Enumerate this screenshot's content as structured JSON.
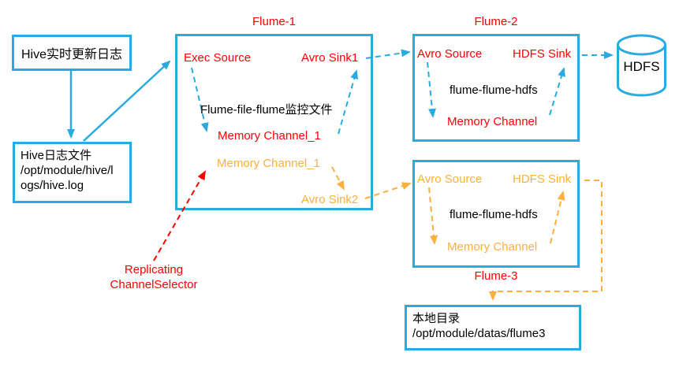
{
  "colors": {
    "blue": "#29ABE2",
    "red": "#FF0000",
    "orange": "#FBB03B",
    "text": "#000000"
  },
  "nodes": {
    "hive_source": {
      "label": "Hive实时更新日志"
    },
    "hive_file": {
      "lines": [
        "Hive日志文件",
        "/opt/module/hive/l",
        "ogs/hive.log"
      ]
    },
    "flume1": {
      "title": "Flume-1",
      "exec_source": "Exec Source",
      "avro_sink1": "Avro Sink1",
      "note": "Flume-file-flume监控文件",
      "memory_channel_a": "Memory Channel_1",
      "memory_channel_b": "Memory Channel_1",
      "avro_sink2": "Avro Sink2"
    },
    "flume2": {
      "title": "Flume-2",
      "avro_source": "Avro Source",
      "hdfs_sink": "HDFS Sink",
      "note": "flume-flume-hdfs",
      "memory_channel": "Memory Channel"
    },
    "flume3": {
      "title": "Flume-3",
      "avro_source": "Avro Source",
      "hdfs_sink": "HDFS Sink",
      "note": "flume-flume-hdfs",
      "memory_channel": "Memory Channel"
    },
    "hdfs": {
      "label": "HDFS"
    },
    "local_dir": {
      "lines": [
        "本地目录",
        "/opt/module/datas/flume3"
      ]
    },
    "selector": {
      "lines": [
        "Replicating",
        "ChannelSelector"
      ]
    }
  }
}
